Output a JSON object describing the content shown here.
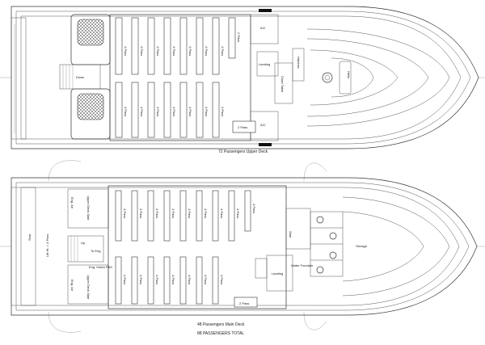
{
  "upper_deck": {
    "caption": "72 Passengers Upper Deck",
    "bench_label": "4 Pass",
    "bench_label_alt": "2 Pass",
    "labels": {
      "ac_top": "A/C",
      "ac_bottom": "A/C",
      "landing": "Landing",
      "hatches": "Hatches",
      "chart_table": "Chart Table",
      "down": "Down",
      "helm": "Helm"
    }
  },
  "main_deck": {
    "caption": "48 Passengers Main Deck",
    "total_caption": "88 PASSENGERS TOTAL",
    "bench_label": "4 Pass",
    "bench_label_alt": "2 Pass",
    "labels": {
      "stair": "Stair",
      "storage": "Storage",
      "landing": "Landing",
      "water_fountain": "Water Fountain",
      "eng_hatch_top": "Eng. Hatch P&S",
      "to_eng": "To Eng.",
      "eng_air_top": "Eng. Air",
      "eng_air_bottom": "Eng. Air",
      "upper_deck_stair_top": "Upper Deck Stair",
      "upper_deck_stair_bottom": "Upper Deck Stair",
      "seat": "Seat",
      "lift": "Lift Ht. = 4 Pass",
      "up": "Up"
    }
  }
}
